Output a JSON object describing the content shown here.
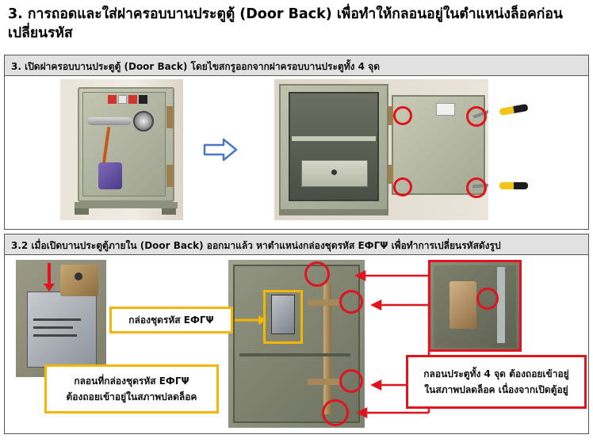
{
  "title": "3. การถอดและใส่ฝาครอบบานประตูตู้ (Door Back) เพื่อทำให้กลอนอยู่ในตำแหน่งล็อคก่อนเปลี่ยนรหัส",
  "section1": {
    "header": "3. เปิดฝาครอบบานประตูตู้ (Door Back) โดยไขสกรูออกจากฝาครอบบานประตูทั้ง 4 จุด"
  },
  "section2": {
    "header": "3.2 เมื่อเปิดบานประตูตู้ภายใน (Door Back) ออกมาแล้ว หาตำแหน่งกล่องชุดรหัส EФГΨ เพื่อทำการเปลี่ยนรหัสดังรูป",
    "label_box": "กล่องชุดรหัส EФГΨ",
    "label_bolt_line1": "กลอนที่กล่องชุดรหัส EФГΨ",
    "label_bolt_line2": "ต้องถอยเข้าอยู่ในสภาพปลดล็อค",
    "label_door_line1": "กลอนประตูทั้ง 4 จุด ต้องถอยเข้าอยู่",
    "label_door_line2": "ในสภาพปลดล็อค เนื่องจากเปิดตู้อยู่"
  },
  "colors": {
    "accent_red": "#e0141e",
    "accent_yellow": "#f2b705",
    "arrow_blue": "#4a76c9"
  }
}
